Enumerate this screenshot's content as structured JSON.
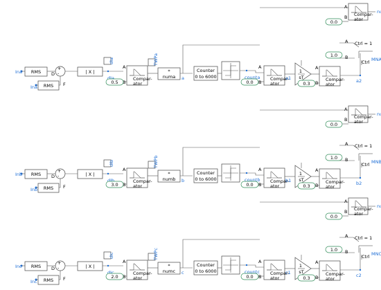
{
  "diagram": {
    "rows": [
      {
        "input": "Ina",
        "input2": "Ina",
        "rms": "RMS",
        "d_label": "D",
        "f_label": "F",
        "plus": "+",
        "minus": "-",
        "abs": "| X |",
        "delta_var": "dIa",
        "delta_node": "dIa",
        "twp": "TWPa",
        "comp_a": "A",
        "comp_b": "B",
        "comp_label": "Compar-\nator",
        "const1": "0.5",
        "mult_op": "*",
        "mult_name": "numa",
        "wire_a": "a",
        "counter_title": "Counter",
        "counter_range": "0 to 6000",
        "count_label": "counta",
        "const2": "0.0",
        "out1": "a1",
        "integrator_top": "1",
        "integrator_bottom": "sT",
        "const3": "0.3",
        "out2": "a2",
        "top_const": "0.0",
        "top_out": "numa",
        "sel_a": "A",
        "sel_b": "B",
        "ctrl_eq": "Ctrl = 1",
        "ctrl": "Ctrl",
        "sel_const": "1.0",
        "sel_out": "MNAd"
      },
      {
        "input": "Inb",
        "input2": "Inb",
        "rms": "RMS",
        "d_label": "D",
        "f_label": "F",
        "plus": "+",
        "minus": "-",
        "abs": "| X |",
        "delta_var": "dIb",
        "delta_node": "dIb",
        "twp": "TWPb",
        "comp_a": "A",
        "comp_b": "B",
        "comp_label": "Compar-\nator",
        "const1": "3.0",
        "mult_op": "*",
        "mult_name": "numb",
        "wire_a": "b",
        "counter_title": "Counter",
        "counter_range": "0 to 6000",
        "count_label": "countb",
        "const2": "0.0",
        "out1": "b1",
        "integrator_top": "1",
        "integrator_bottom": "sT",
        "const3": "0.3",
        "out2": "b2",
        "top_const": "0.0",
        "top_out": "numb",
        "sel_a": "A",
        "sel_b": "B",
        "ctrl_eq": "Ctrl = 1",
        "ctrl": "Ctrl",
        "sel_const": "1.0",
        "sel_out": "MNBd"
      },
      {
        "input": "Inc",
        "input2": "Inc",
        "rms": "RMS",
        "d_label": "D",
        "f_label": "F",
        "plus": "+",
        "minus": "-",
        "abs": "| X |",
        "delta_var": "dIc",
        "delta_node": "dIc",
        "twp": "TWPc",
        "comp_a": "A",
        "comp_b": "B",
        "comp_label": "Compar-\nator",
        "const1": "2.0",
        "mult_op": "*",
        "mult_name": "numc",
        "wire_a": "c",
        "counter_title": "Counter",
        "counter_range": "0 to 6000",
        "count_label": "countc",
        "const2": "0.0",
        "out1": "c1",
        "integrator_top": "1",
        "integrator_bottom": "sT",
        "const3": "0.3",
        "out2": "c2",
        "top_const": "0.0",
        "top_out": "numc",
        "sel_a": "A",
        "sel_b": "B",
        "ctrl_eq": "Ctrl = 1",
        "ctrl": "Ctrl",
        "sel_const": "1.0",
        "sel_out": "MNCd"
      }
    ]
  }
}
